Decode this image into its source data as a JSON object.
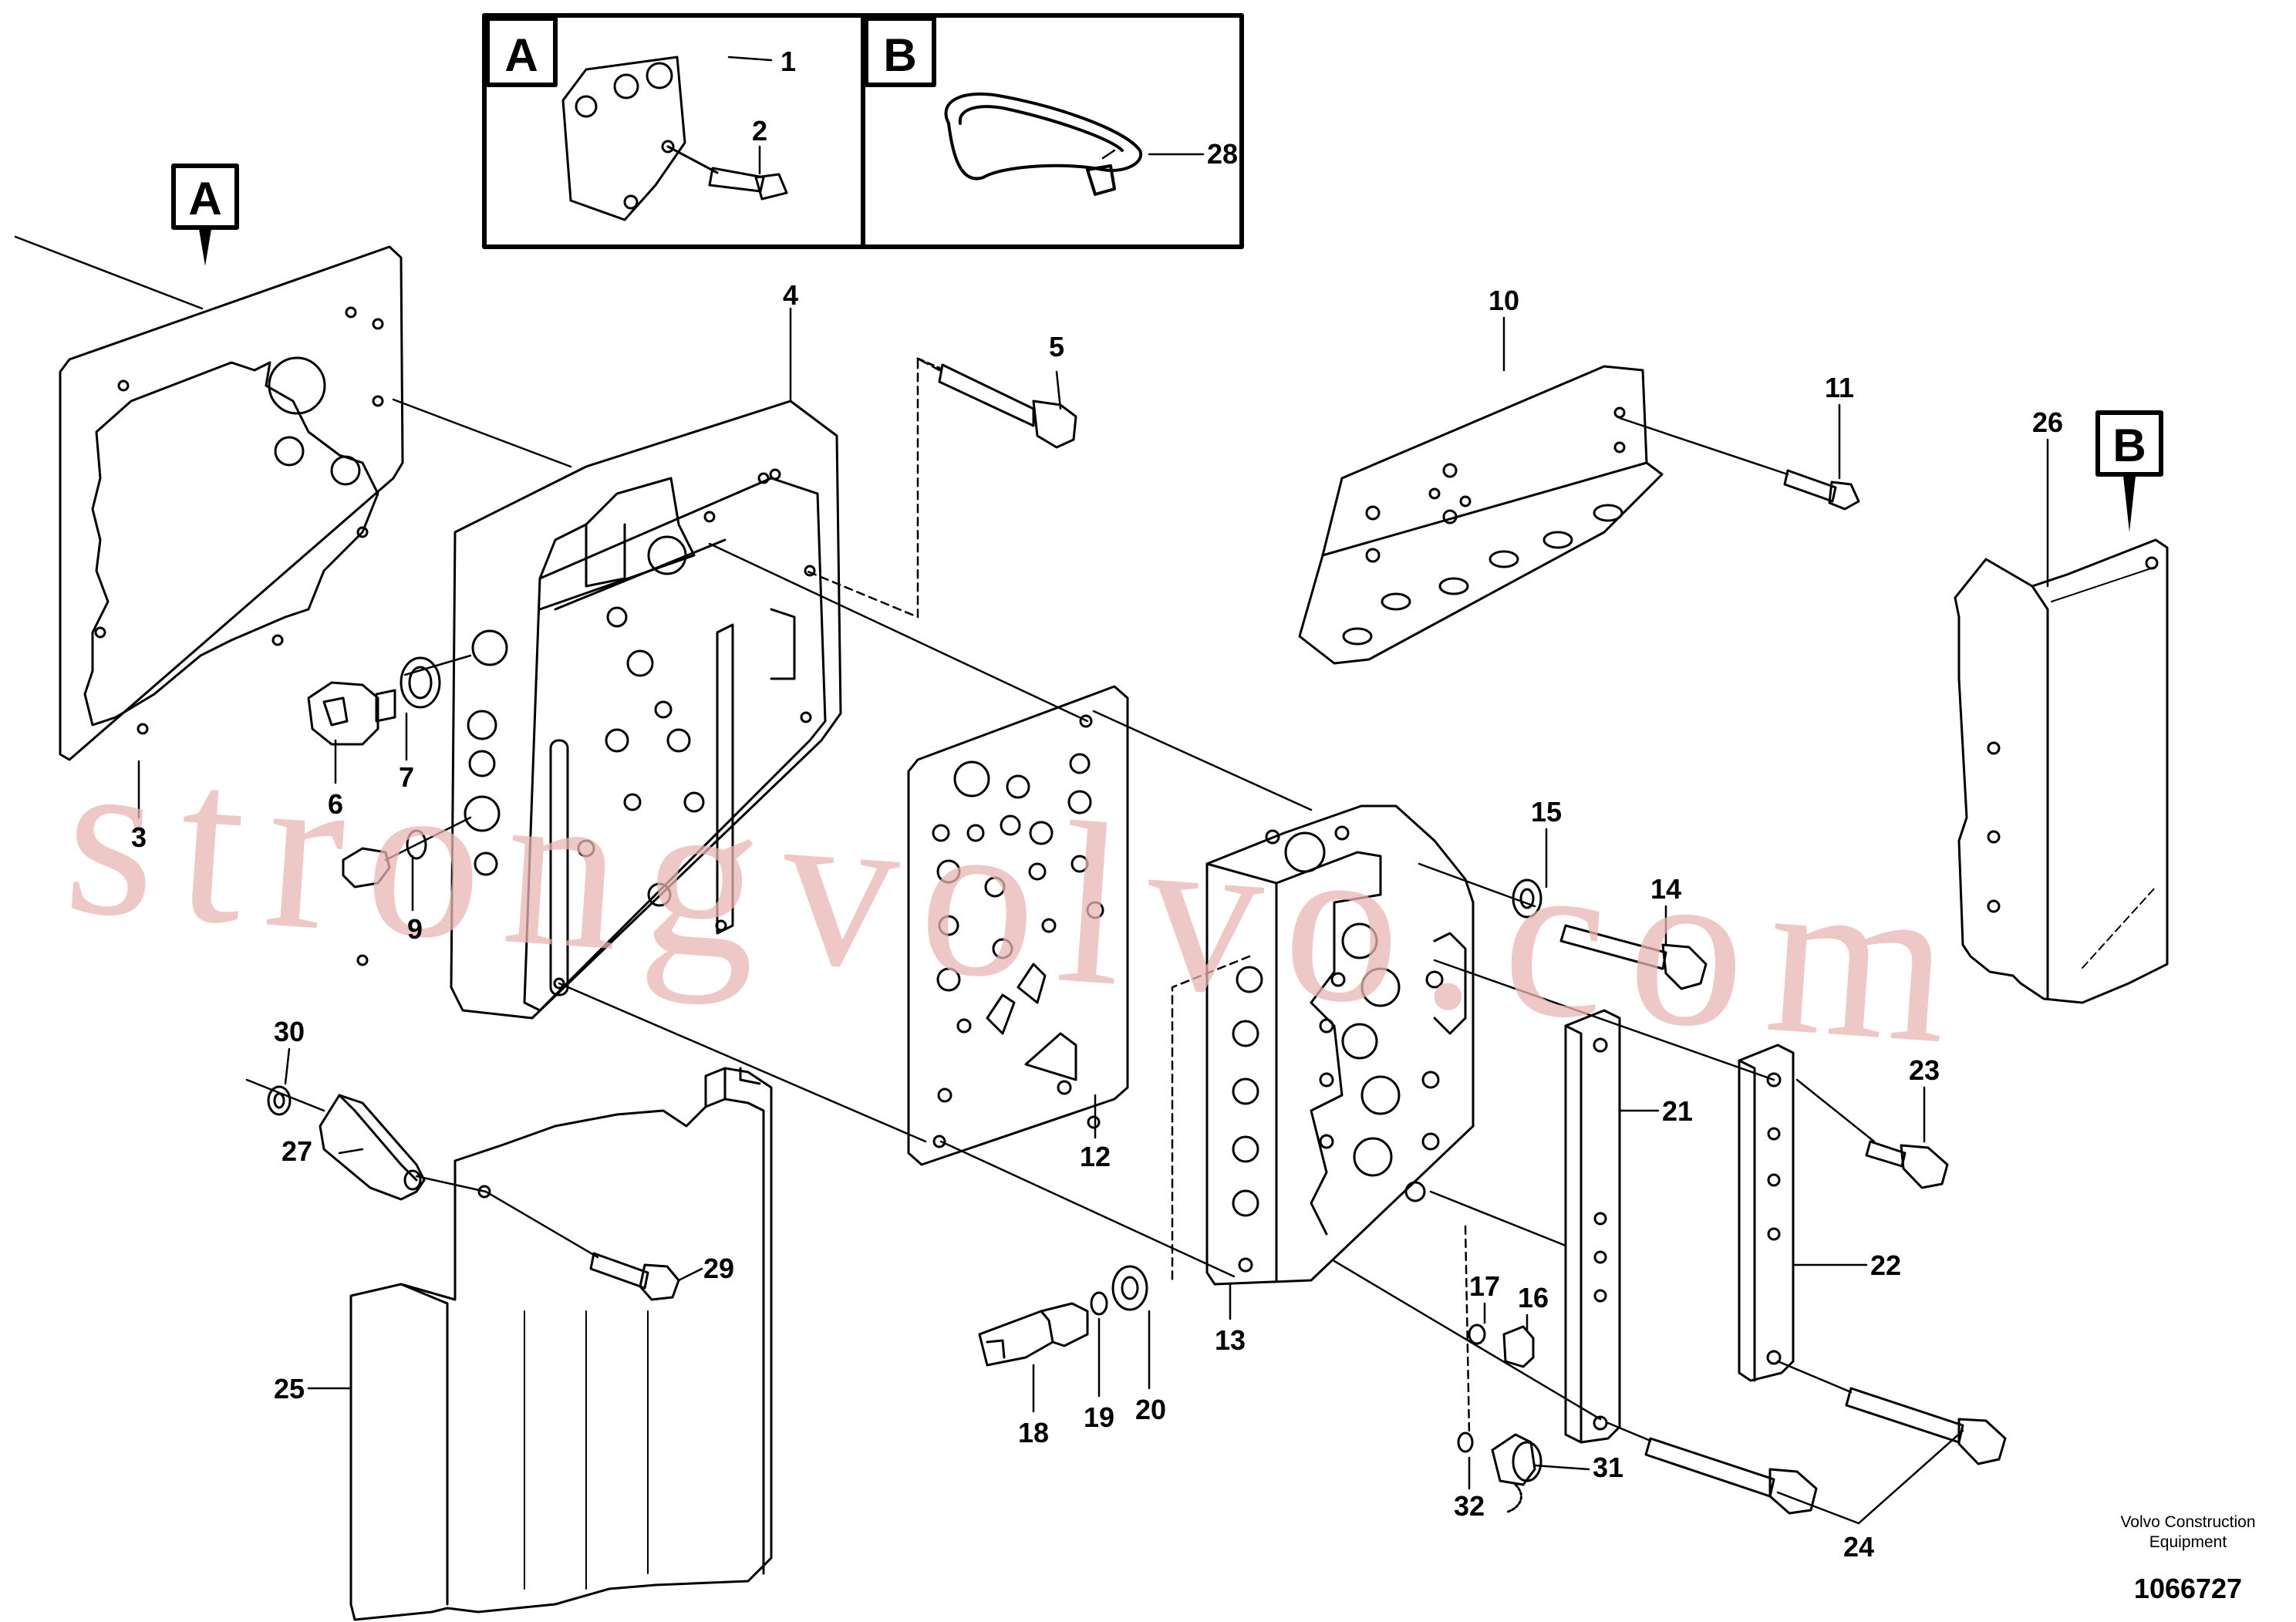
{
  "diagram": {
    "inset_labels": [
      "A",
      "B"
    ],
    "callout_labels": [
      "A",
      "B"
    ],
    "part_numbers": [
      "1",
      "2",
      "3",
      "4",
      "5",
      "6",
      "7",
      "9",
      "10",
      "11",
      "12",
      "13",
      "14",
      "15",
      "16",
      "17",
      "18",
      "19",
      "20",
      "21",
      "22",
      "23",
      "24",
      "25",
      "26",
      "27",
      "28",
      "29",
      "30",
      "31",
      "32"
    ],
    "watermark": "strongvolvo.com",
    "company": "Volvo Construction Equipment",
    "reference": "1066727"
  }
}
